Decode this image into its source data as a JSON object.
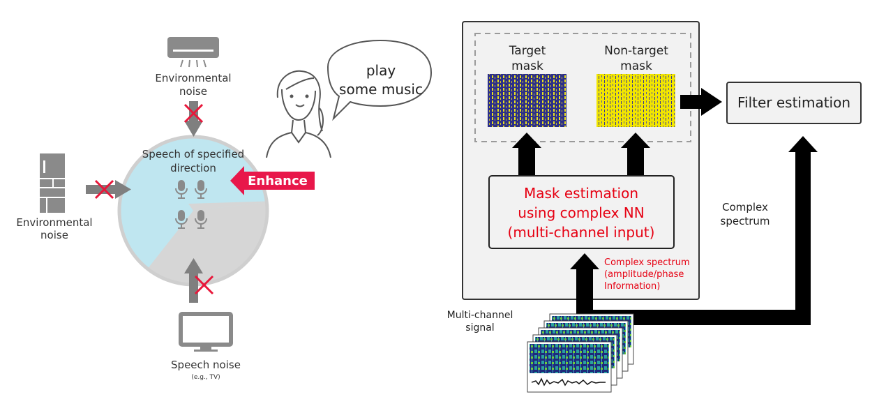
{
  "left": {
    "env_noise_top": [
      "Environmental",
      "noise"
    ],
    "env_noise_left": [
      "Environmental",
      "noise"
    ],
    "speech_noise": "Speech noise",
    "speech_noise_example": "(e.g., TV)",
    "center_label": [
      "Speech of specified",
      "direction"
    ],
    "enhance_label": "Enhance",
    "speech_bubble": [
      "play",
      "some music"
    ]
  },
  "right": {
    "target_mask": [
      "Target",
      "mask"
    ],
    "nontarget_mask": [
      "Non-target",
      "mask"
    ],
    "mask_estimation": [
      "Mask estimation",
      "using complex NN",
      "(multi-channel input)"
    ],
    "filter_estimation": "Filter estimation",
    "complex_spectrum": [
      "Complex",
      "spectrum"
    ],
    "complex_spectrum_info": [
      "Complex spectrum",
      "(amplitude/phase",
      "Information)"
    ],
    "multichannel_signal": [
      "Multi-channel",
      "signal"
    ]
  },
  "colors": {
    "accent_red": "#e8174a",
    "mask_red": "#e60012",
    "circle_blue": "#bfe6f0",
    "circle_gray": "#d6d6d6",
    "arrow_gray": "#7f7f7f",
    "mask_target_bg": "#2c2f8a",
    "mask_nontarget_bg": "#f2e600"
  }
}
